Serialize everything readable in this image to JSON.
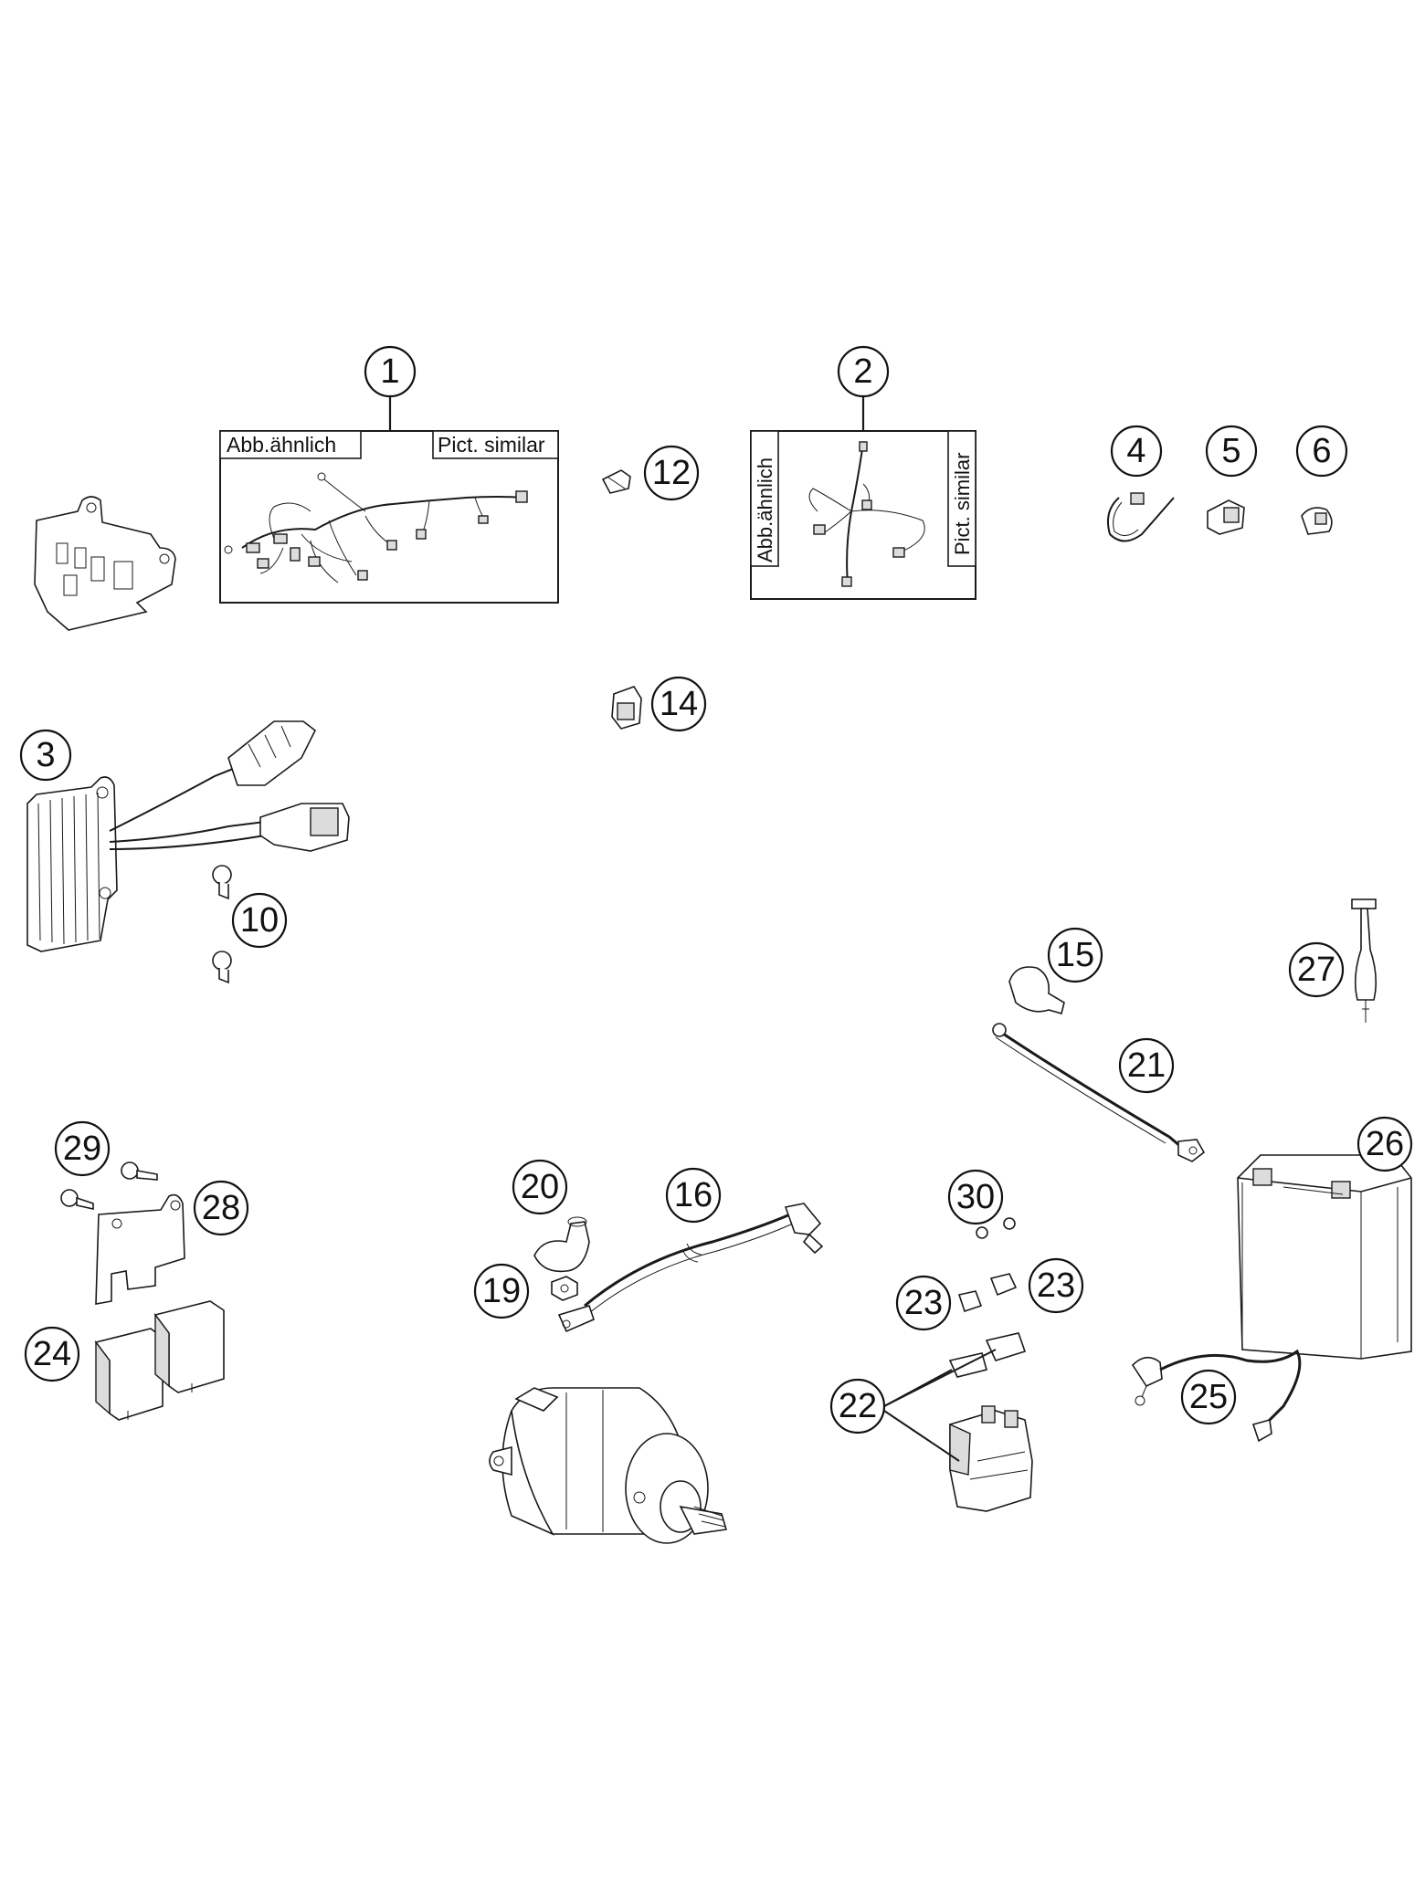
{
  "callouts": [
    {
      "label": "1"
    },
    {
      "label": "2"
    },
    {
      "label": "3"
    },
    {
      "label": "4"
    },
    {
      "label": "5"
    },
    {
      "label": "6"
    },
    {
      "label": "10"
    },
    {
      "label": "12"
    },
    {
      "label": "14"
    },
    {
      "label": "15"
    },
    {
      "label": "16"
    },
    {
      "label": "19"
    },
    {
      "label": "20"
    },
    {
      "label": "21"
    },
    {
      "label": "22"
    },
    {
      "label": "23"
    },
    {
      "label": "23"
    },
    {
      "label": "24"
    },
    {
      "label": "25"
    },
    {
      "label": "26"
    },
    {
      "label": "27"
    },
    {
      "label": "28"
    },
    {
      "label": "29"
    },
    {
      "label": "30"
    }
  ],
  "picture_boxes": [
    {
      "left_label": "Abb.ähnlich",
      "right_label": "Pict. similar"
    },
    {
      "left_label": "Abb.ähnlich",
      "right_label": "Pict. similar"
    }
  ],
  "parts": [
    {
      "icon": "mounting-bracket-icon"
    },
    {
      "icon": "main-wiring-harness-icon"
    },
    {
      "icon": "sub-wiring-harness-icon"
    },
    {
      "icon": "voltage-regulator-icon"
    },
    {
      "icon": "cable-tie-icon"
    },
    {
      "icon": "cable-clip-icon"
    },
    {
      "icon": "cable-clamp-icon"
    },
    {
      "icon": "screw-icon"
    },
    {
      "icon": "bulb-socket-icon"
    },
    {
      "icon": "connector-icon"
    },
    {
      "icon": "terminal-cap-icon"
    },
    {
      "icon": "battery-cable-icon"
    },
    {
      "icon": "starter-cable-icon"
    },
    {
      "icon": "nut-icon"
    },
    {
      "icon": "starter-motor-icon"
    },
    {
      "icon": "starter-relay-icon"
    },
    {
      "icon": "fuse-icon"
    },
    {
      "icon": "relay-icon"
    },
    {
      "icon": "ground-cable-icon"
    },
    {
      "icon": "battery-icon"
    },
    {
      "icon": "dipstick-icon"
    },
    {
      "icon": "relay-bracket-icon"
    }
  ],
  "colors": {
    "line": "#1a1a1a",
    "fill": "#ffffff",
    "shade": "#dcdcdc"
  }
}
